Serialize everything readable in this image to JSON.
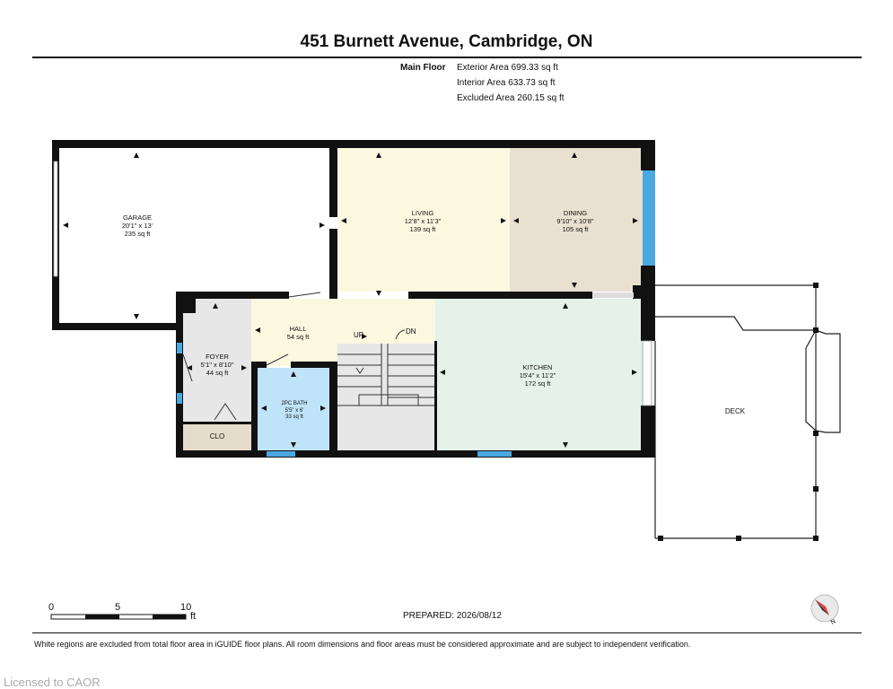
{
  "title": "451 Burnett Avenue, Cambridge, ON",
  "areas": {
    "floor_label": "Main Floor",
    "exterior": "Exterior Area 699.33 sq ft",
    "interior": "Interior Area 633.73 sq ft",
    "excluded": "Excluded Area 260.15 sq ft"
  },
  "rooms": {
    "garage": {
      "name": "GARAGE",
      "dims": "20'1\" x 13'",
      "area": "235 sq ft"
    },
    "living": {
      "name": "LIVING",
      "dims": "12'8\" x 11'3\"",
      "area": "139 sq ft"
    },
    "dining": {
      "name": "DINING",
      "dims": "9'10\" x 10'8\"",
      "area": "105 sq ft"
    },
    "hall": {
      "name": "HALL",
      "area": "54 sq ft"
    },
    "foyer": {
      "name": "FOYER",
      "dims": "5'1\" x 8'10\"",
      "area": "44 sq ft"
    },
    "bath": {
      "name": "2PC BATH",
      "dims": "5'5\" x 6'",
      "area": "33 sq ft"
    },
    "kitchen": {
      "name": "KITCHEN",
      "dims": "15'4\" x 11'2\"",
      "area": "172 sq ft"
    },
    "clo": {
      "name": "CLO"
    },
    "deck": {
      "name": "DECK"
    }
  },
  "stairs": {
    "up": "UP",
    "down": "DN"
  },
  "colors": {
    "living_fill": "#fbf8e0",
    "dining_fill": "#e9e0d1",
    "kitchen_fill": "#e4f2e9",
    "bath_fill": "#bfe3f8",
    "foyer_fill": "#e7e7e7",
    "clo_fill": "#e5dccb",
    "wall": "#111111",
    "window": "#4aa8e0"
  },
  "scale": {
    "ticks": [
      "0",
      "5",
      "10"
    ],
    "unit": "ft"
  },
  "prepared": "PREPARED: 2026/08/12",
  "footer_note": "White regions are excluded from total floor area in iGUIDE floor plans. All room dimensions and floor areas must be considered approximate and are subject to independent verification.",
  "compass_label": "N",
  "licensed": "Licensed to CAOR"
}
